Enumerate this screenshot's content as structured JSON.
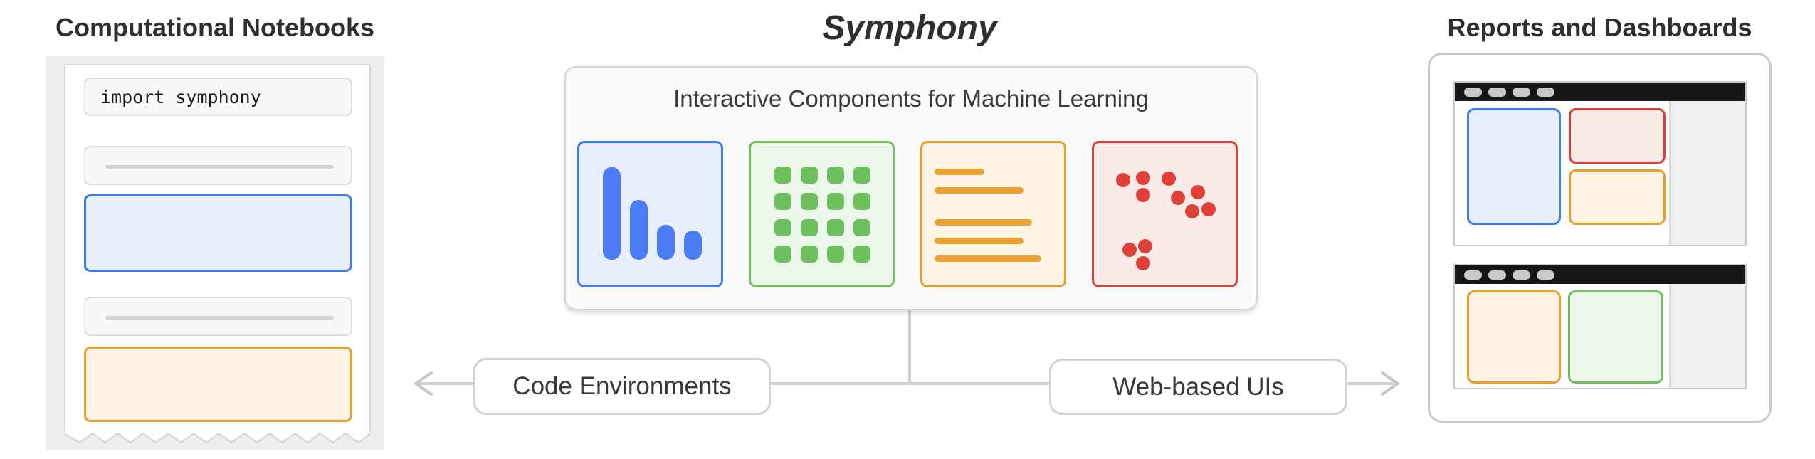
{
  "palette": {
    "blue_accent": "#4b7bf5",
    "blue_fill": "#e8eefc",
    "blue_border": "#3d7bf0",
    "green_accent": "#6ec05e",
    "green_fill": "#edf6ea",
    "green_border": "#70c05e",
    "orange_accent": "#eba233",
    "orange_fill": "#fdf4e4",
    "orange_border": "#e99e2b",
    "red_accent": "#df4038",
    "red_fill": "#faeae8",
    "red_border": "#da403d",
    "connector_gray": "#d0d0d0",
    "titlebar_black": "#161616",
    "panel_gray": "#eeeeee",
    "text_dark": "#2f2f2f"
  },
  "notebooks": {
    "title": "Computational Notebooks",
    "cells": [
      {
        "type": "code",
        "text": "import symphony"
      },
      {
        "type": "output"
      },
      {
        "type": "widget",
        "color": "blue"
      },
      {
        "type": "output"
      },
      {
        "type": "widget",
        "color": "orange"
      }
    ]
  },
  "symphony": {
    "title": "Symphony",
    "box_label": "Interactive Components for Machine Learning",
    "icons": [
      {
        "name": "bar-chart-icon",
        "color": "blue",
        "bar_heights": [
          130,
          84,
          49,
          41
        ]
      },
      {
        "name": "matrix-grid-icon",
        "color": "green",
        "rows": 4,
        "cols": 4
      },
      {
        "name": "text-lines-icon",
        "color": "orange",
        "line_widths": [
          70,
          125,
          137,
          125,
          150
        ],
        "gaps_above": [
          0,
          17,
          36,
          17,
          16
        ]
      },
      {
        "name": "scatter-plot-icon",
        "color": "red",
        "points_pct": [
          [
            20.6,
            26.2
          ],
          [
            34.8,
            24.3
          ],
          [
            52.9,
            24.8
          ],
          [
            34.8,
            36.4
          ],
          [
            59.3,
            38.3
          ],
          [
            73.5,
            34.5
          ],
          [
            69.1,
            48.1
          ],
          [
            80.9,
            46.6
          ],
          [
            25.0,
            74.8
          ],
          [
            36.3,
            72.3
          ],
          [
            34.8,
            84.5
          ]
        ]
      }
    ]
  },
  "connectors": {
    "left_label": "Code Environments",
    "right_label": "Web-based UIs"
  },
  "reports": {
    "title": "Reports and Dashboards",
    "windows": [
      {
        "pill_count": 4,
        "sidebar": true,
        "panes": [
          {
            "color": "blue",
            "slot": "w1-left"
          },
          {
            "color": "red",
            "slot": "w1-right-top"
          },
          {
            "color": "orange",
            "slot": "w1-right-bottom"
          }
        ]
      },
      {
        "pill_count": 4,
        "sidebar": true,
        "panes": [
          {
            "color": "orange",
            "slot": "w2-left"
          },
          {
            "color": "green",
            "slot": "w2-right"
          }
        ]
      }
    ]
  }
}
